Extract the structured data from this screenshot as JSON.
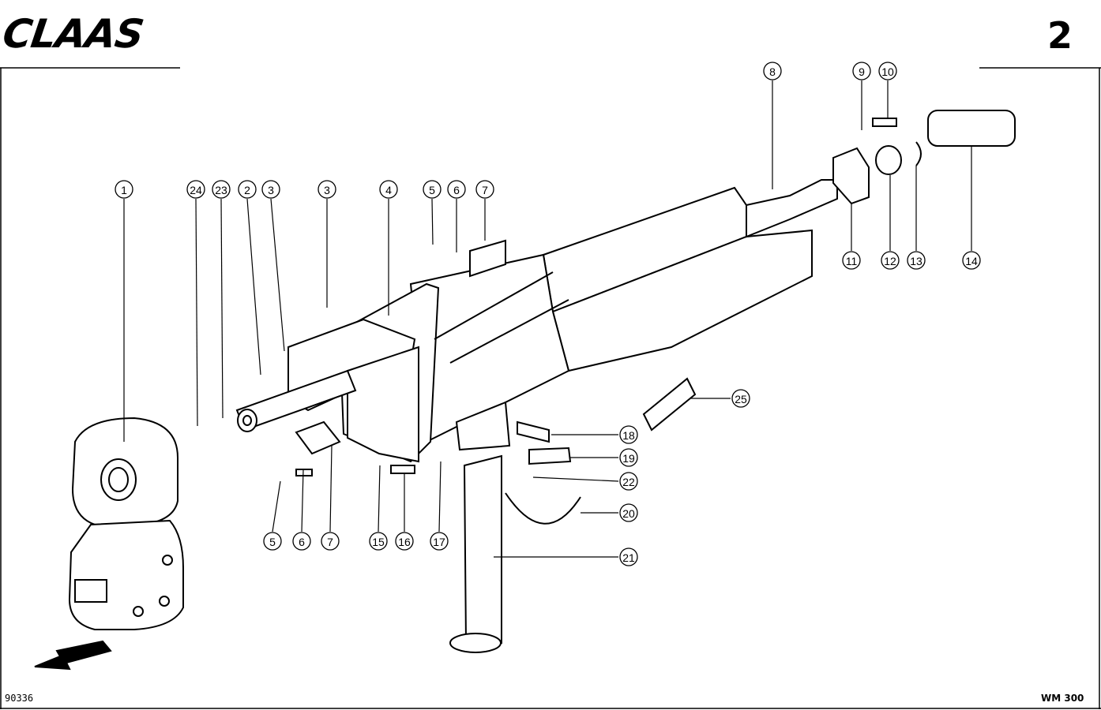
{
  "header": {
    "brand": "CLAAS",
    "page_number": "2"
  },
  "footer": {
    "doc_number": "90336",
    "model": "WM 300"
  },
  "callouts": [
    "1",
    "24",
    "23",
    "2",
    "3",
    "3",
    "4",
    "5",
    "6",
    "7",
    "8",
    "9",
    "10",
    "11",
    "12",
    "13",
    "14",
    "25",
    "18",
    "19",
    "22",
    "20",
    "21",
    "5",
    "6",
    "7",
    "15",
    "16",
    "17"
  ],
  "icons": {
    "direction": "arrow-left-down-icon"
  }
}
